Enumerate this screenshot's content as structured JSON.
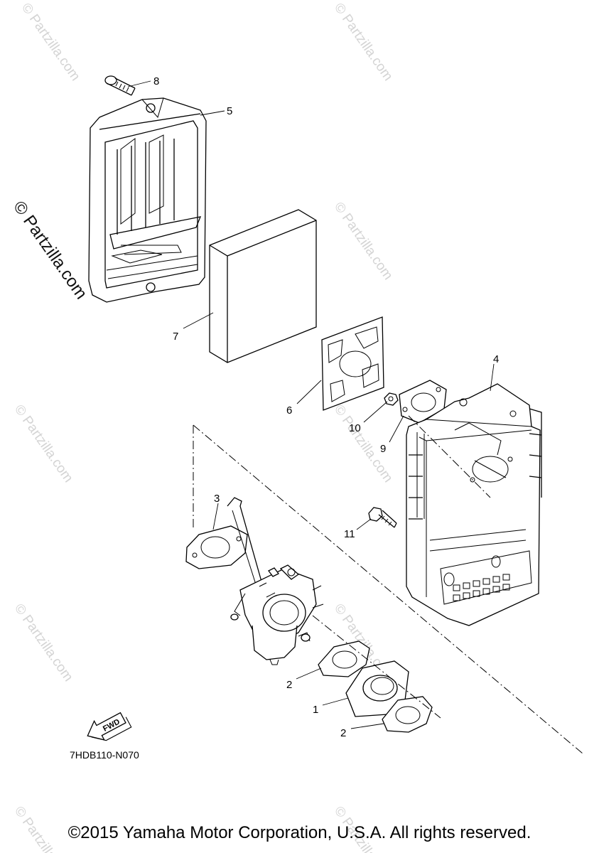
{
  "diagram": {
    "part_callouts": [
      "8",
      "5",
      "7",
      "6",
      "4",
      "10",
      "9",
      "3",
      "11",
      "2",
      "1",
      "2"
    ],
    "diagram_code": "7HDB110-N070",
    "direction_label": "FWD",
    "watermark_text": "© Partzilla.com",
    "copyright": "©2015 Yamaha Motor Corporation, U.S.A. All rights reserved."
  }
}
